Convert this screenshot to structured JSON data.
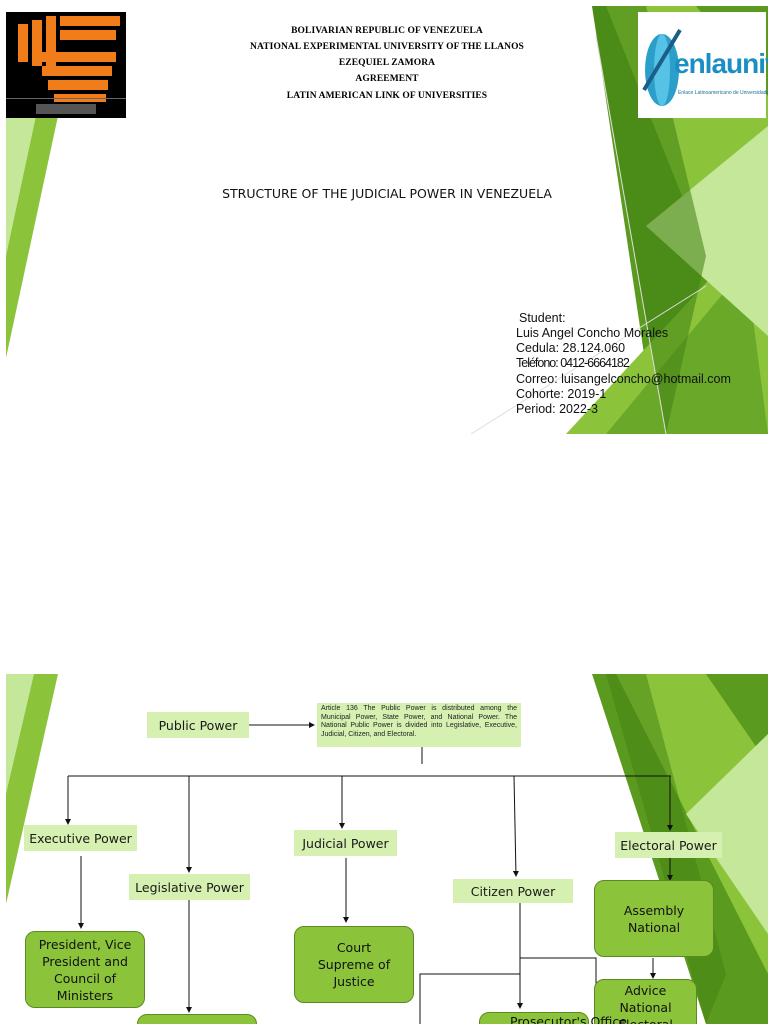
{
  "slide1": {
    "header_lines": [
      "BOLIVARIAN REPUBLIC OF VENEZUELA",
      "NATIONAL EXPERIMENTAL UNIVERSITY OF THE LLANOS",
      "EZEQUIEL ZAMORA",
      "AGREEMENT",
      "LATIN AMERICAN LINK OF UNIVERSITIES"
    ],
    "title": "STRUCTURE OF THE JUDICIAL POWER IN VENEZUELA",
    "student": {
      "label": "Student:",
      "name": "Luis Angel Concho Morales",
      "cedula": "Cedula: 28.124.060",
      "telefono": "Teléfono: 0412-6664182",
      "correo": "Correo: luisangelconcho@hotmail.com",
      "cohorte": "Cohorte: 2019-1",
      "period": "Period: 2022-3"
    },
    "logo_right_text": "enlauniv",
    "logo_right_subtext": "Enlace Latinoamericano de Universidades"
  },
  "slide2": {
    "public_power": "Public Power",
    "article_note": "Article 136 The Public Power is distributed among the Municipal Power, State Power, and National Power. The National Public Power is divided into Legislative, Executive, Judicial, Citizen, and Electoral.",
    "executive_power": "Executive Power",
    "legislative_power": "Legislative Power",
    "judicial_power": "Judicial Power",
    "citizen_power": "Citizen Power",
    "electoral_power": "Electoral Power",
    "president_box": "President, Vice President and Council of Ministers",
    "court_box": "Court Supreme of Justice",
    "assembly_box": "Assembly National",
    "advice_box": "Advice National Electoral",
    "prosecutor_box": "Prosecutor's Office"
  },
  "colors": {
    "green_dark": "#5a9a1e",
    "green_mid": "#8bc43a",
    "green_light": "#c5e79a",
    "label_bg": "#d5f0b0",
    "logo_orange": "#f07d1a"
  }
}
